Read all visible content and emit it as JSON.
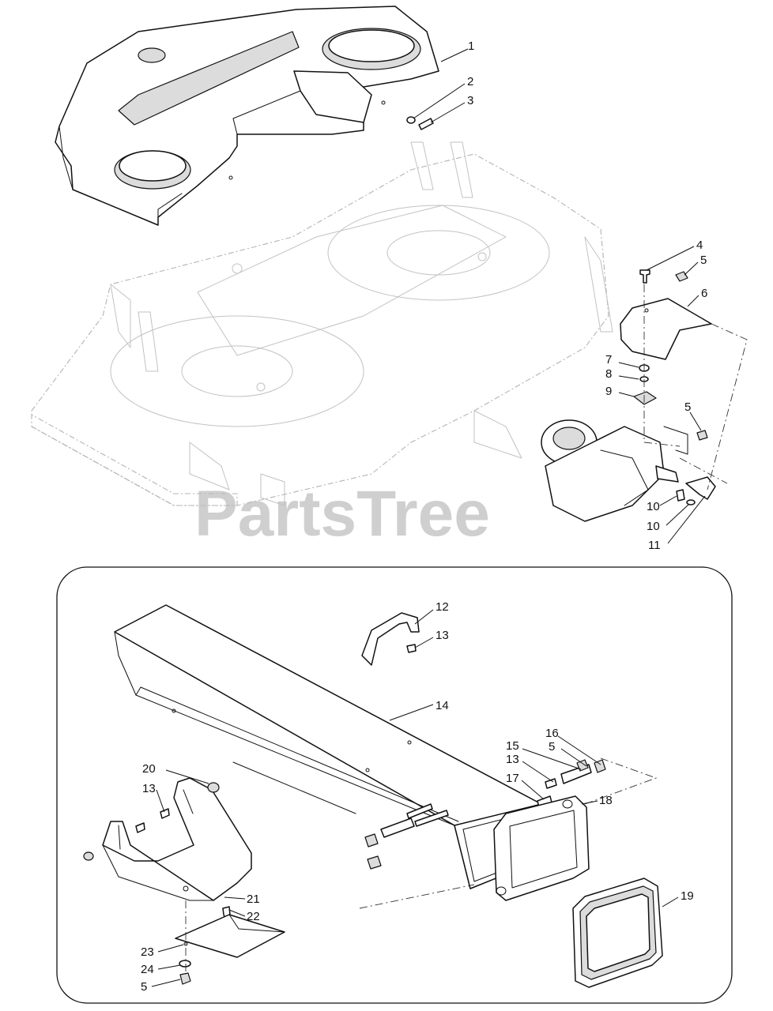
{
  "watermark": "PartsTree",
  "callouts": [
    {
      "label": "1"
    },
    {
      "label": "2"
    },
    {
      "label": "3"
    },
    {
      "label": "4"
    },
    {
      "label": "5"
    },
    {
      "label": "6"
    },
    {
      "label": "7"
    },
    {
      "label": "8"
    },
    {
      "label": "9"
    },
    {
      "label": "5"
    },
    {
      "label": "10"
    },
    {
      "label": "10"
    },
    {
      "label": "11"
    },
    {
      "label": "12"
    },
    {
      "label": "13"
    },
    {
      "label": "14"
    },
    {
      "label": "16"
    },
    {
      "label": "15"
    },
    {
      "label": "5"
    },
    {
      "label": "13"
    },
    {
      "label": "17"
    },
    {
      "label": "20"
    },
    {
      "label": "13"
    },
    {
      "label": "18"
    },
    {
      "label": "19"
    },
    {
      "label": "21"
    },
    {
      "label": "22"
    },
    {
      "label": "23"
    },
    {
      "label": "24"
    },
    {
      "label": "5"
    }
  ]
}
